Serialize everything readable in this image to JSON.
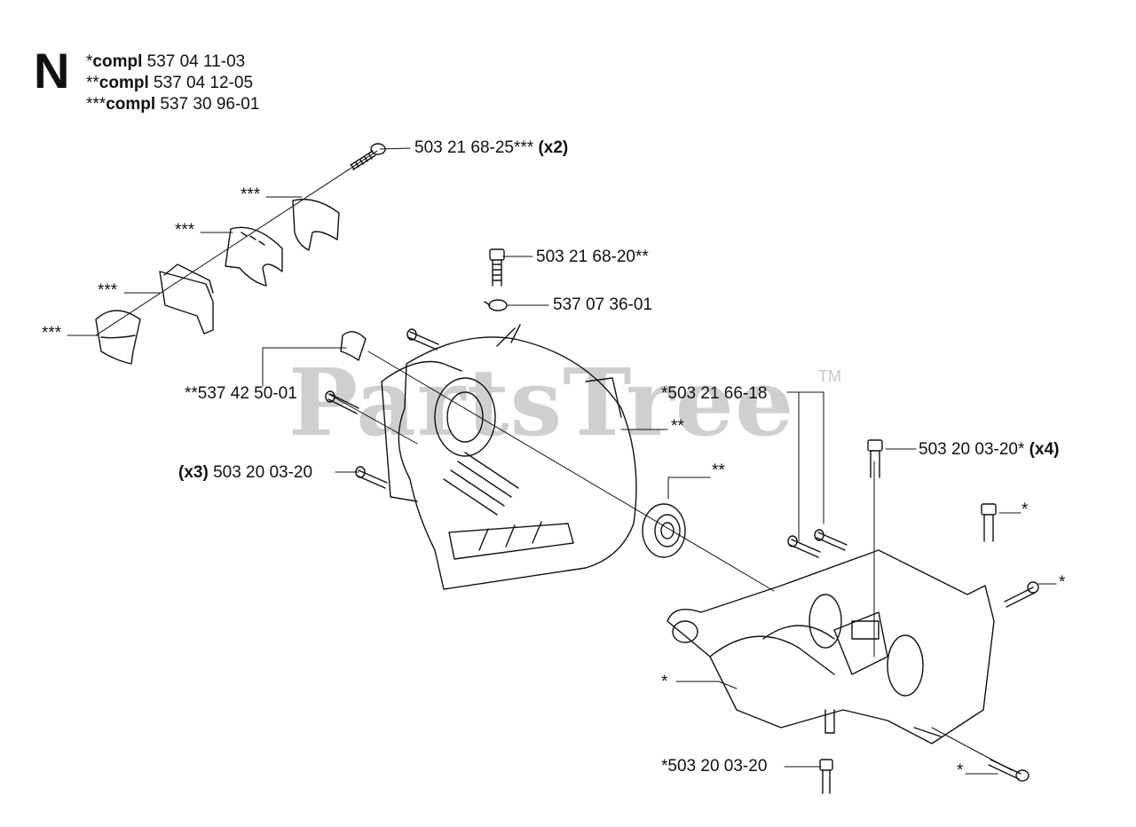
{
  "section": "N",
  "compl": [
    {
      "prefix": "*",
      "word": "compl",
      "number": "537 04 11-03"
    },
    {
      "prefix": "**",
      "word": "compl",
      "number": "537 04 12-05"
    },
    {
      "prefix": "***",
      "word": "compl",
      "number": "537 30 96-01"
    }
  ],
  "labels": {
    "screw_top": "503 21 68-25***",
    "screw_top_qty": "(x2)",
    "clamp_1": "***",
    "clamp_2": "***",
    "clamp_3": "***",
    "clamp_4": "***",
    "screw_mid": "503 21 68-20**",
    "washer": "537 07 36-01",
    "spacer": "**537 42 50-01",
    "screw_left_qty": "(x3)",
    "screw_left": "503 20 03-20",
    "crankcase_half": "**",
    "bearing": "**",
    "screw_pair": "*503 21 66-18",
    "screw_right": "503 20 03-20*",
    "screw_right_qty": "(x4)",
    "bolt_right_1": "*",
    "bolt_right_2": "*",
    "crankcase_base": "*",
    "screw_bottom": "*503 20 03-20",
    "bolt_bottom_right": "*"
  },
  "watermark": "PartsTree",
  "trademark": "TM"
}
